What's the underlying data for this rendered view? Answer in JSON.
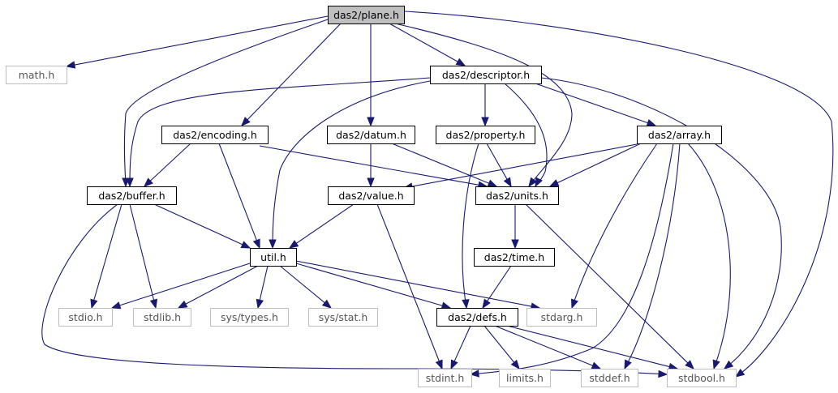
{
  "diagram": {
    "colors": {
      "edge": "#191970",
      "root_fill": "#bfbfbf",
      "node_border": "#000000",
      "external_border": "#bfbfbf",
      "background": "#ffffff"
    },
    "nodes": [
      {
        "id": "plane",
        "label": "das2/plane.h",
        "kind": "root"
      },
      {
        "id": "math",
        "label": "math.h",
        "kind": "external"
      },
      {
        "id": "descriptor",
        "label": "das2/descriptor.h",
        "kind": "internal"
      },
      {
        "id": "encoding",
        "label": "das2/encoding.h",
        "kind": "internal"
      },
      {
        "id": "datum",
        "label": "das2/datum.h",
        "kind": "internal"
      },
      {
        "id": "property",
        "label": "das2/property.h",
        "kind": "internal"
      },
      {
        "id": "array",
        "label": "das2/array.h",
        "kind": "internal"
      },
      {
        "id": "buffer",
        "label": "das2/buffer.h",
        "kind": "internal"
      },
      {
        "id": "value",
        "label": "das2/value.h",
        "kind": "internal"
      },
      {
        "id": "units",
        "label": "das2/units.h",
        "kind": "internal"
      },
      {
        "id": "util",
        "label": "util.h",
        "kind": "internal"
      },
      {
        "id": "time",
        "label": "das2/time.h",
        "kind": "internal"
      },
      {
        "id": "stdio",
        "label": "stdio.h",
        "kind": "external"
      },
      {
        "id": "stdlib",
        "label": "stdlib.h",
        "kind": "external"
      },
      {
        "id": "systypes",
        "label": "sys/types.h",
        "kind": "external"
      },
      {
        "id": "sysstat",
        "label": "sys/stat.h",
        "kind": "external"
      },
      {
        "id": "defs",
        "label": "das2/defs.h",
        "kind": "internal"
      },
      {
        "id": "stdarg",
        "label": "stdarg.h",
        "kind": "external"
      },
      {
        "id": "stdint",
        "label": "stdint.h",
        "kind": "external"
      },
      {
        "id": "limits",
        "label": "limits.h",
        "kind": "external"
      },
      {
        "id": "stddef",
        "label": "stddef.h",
        "kind": "external"
      },
      {
        "id": "stdbool",
        "label": "stdbool.h",
        "kind": "external"
      }
    ],
    "edges": [
      {
        "from": "plane",
        "to": "math"
      },
      {
        "from": "plane",
        "to": "descriptor"
      },
      {
        "from": "plane",
        "to": "encoding"
      },
      {
        "from": "plane",
        "to": "datum"
      },
      {
        "from": "plane",
        "to": "buffer"
      },
      {
        "from": "plane",
        "to": "units"
      },
      {
        "from": "plane",
        "to": "stdbool"
      },
      {
        "from": "descriptor",
        "to": "buffer"
      },
      {
        "from": "descriptor",
        "to": "util"
      },
      {
        "from": "descriptor",
        "to": "property"
      },
      {
        "from": "descriptor",
        "to": "units"
      },
      {
        "from": "descriptor",
        "to": "array"
      },
      {
        "from": "descriptor",
        "to": "stdbool"
      },
      {
        "from": "encoding",
        "to": "buffer"
      },
      {
        "from": "encoding",
        "to": "util"
      },
      {
        "from": "encoding",
        "to": "units"
      },
      {
        "from": "datum",
        "to": "value"
      },
      {
        "from": "datum",
        "to": "units"
      },
      {
        "from": "property",
        "to": "units"
      },
      {
        "from": "property",
        "to": "defs"
      },
      {
        "from": "array",
        "to": "value"
      },
      {
        "from": "array",
        "to": "units"
      },
      {
        "from": "array",
        "to": "stdarg"
      },
      {
        "from": "array",
        "to": "stdint"
      },
      {
        "from": "array",
        "to": "stddef"
      },
      {
        "from": "array",
        "to": "stdbool"
      },
      {
        "from": "buffer",
        "to": "util"
      },
      {
        "from": "buffer",
        "to": "stdio"
      },
      {
        "from": "buffer",
        "to": "stdlib"
      },
      {
        "from": "buffer",
        "to": "stdbool"
      },
      {
        "from": "value",
        "to": "util"
      },
      {
        "from": "value",
        "to": "stdint"
      },
      {
        "from": "units",
        "to": "time"
      },
      {
        "from": "units",
        "to": "stdbool"
      },
      {
        "from": "time",
        "to": "defs"
      },
      {
        "from": "util",
        "to": "stdio"
      },
      {
        "from": "util",
        "to": "stdlib"
      },
      {
        "from": "util",
        "to": "systypes"
      },
      {
        "from": "util",
        "to": "sysstat"
      },
      {
        "from": "util",
        "to": "defs"
      },
      {
        "from": "util",
        "to": "stdarg"
      },
      {
        "from": "defs",
        "to": "stdint"
      },
      {
        "from": "defs",
        "to": "limits"
      },
      {
        "from": "defs",
        "to": "stddef"
      },
      {
        "from": "defs",
        "to": "stdbool"
      }
    ]
  }
}
